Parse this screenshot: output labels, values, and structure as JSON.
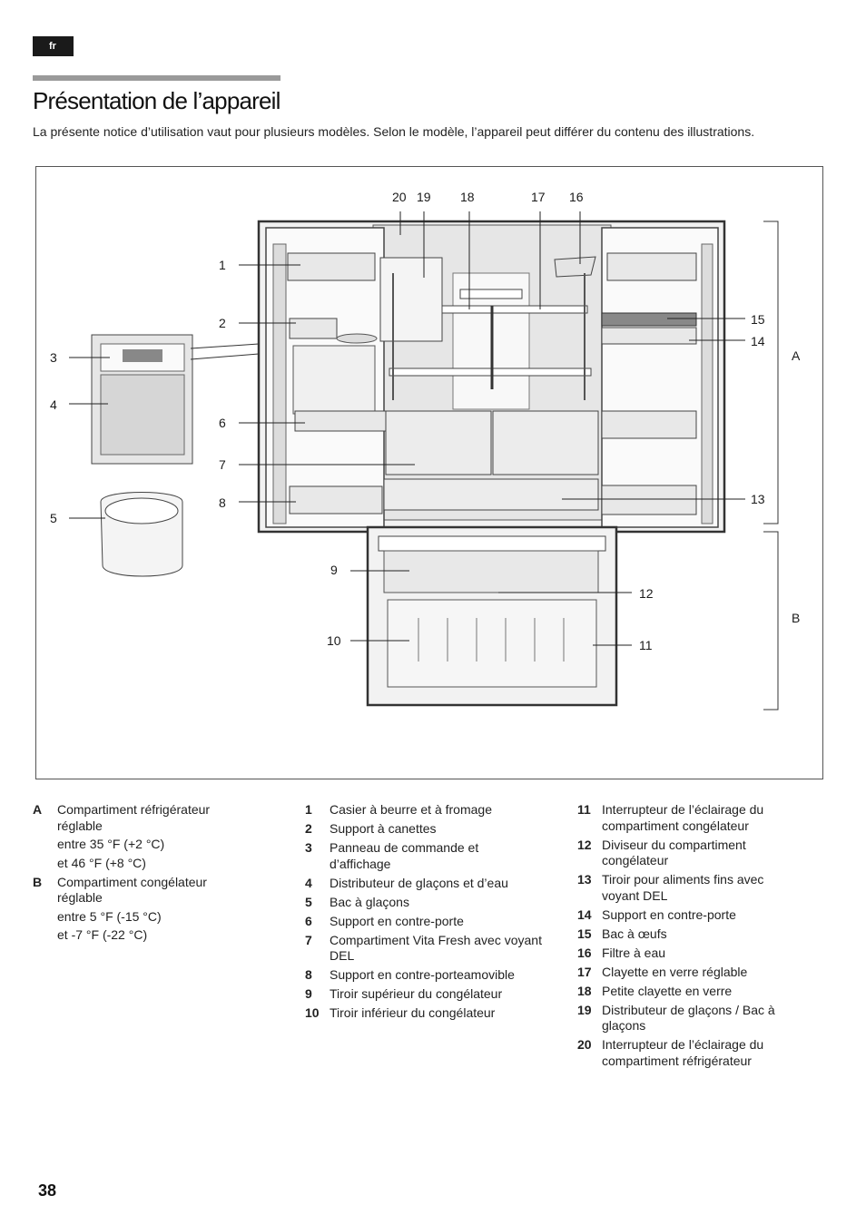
{
  "lang": "fr",
  "title": "Présentation de l’appareil",
  "intro": "La présente notice d’utilisation vaut pour plusieurs modèles. Selon le modèle, l’appareil peut différer du contenu des illustrations.",
  "figure_labels": [
    "1",
    "2",
    "3",
    "4",
    "5",
    "6",
    "7",
    "8",
    "9",
    "10",
    "11",
    "12",
    "13",
    "14",
    "15",
    "16",
    "17",
    "18",
    "19",
    "20",
    "A",
    "B"
  ],
  "zones": [
    {
      "key": "A",
      "lines": [
        "Compartiment réfrigérateur réglable",
        "entre 35 °F (+2 °C)",
        "et 46 °F (+8 °C)"
      ]
    },
    {
      "key": "B",
      "lines": [
        "Compartiment congélateur réglable",
        "entre 5 °F (-15 °C)",
        "et -7 °F (-22 °C)"
      ]
    }
  ],
  "parts_1": [
    {
      "key": "1",
      "text": "Casier à beurre et à fromage"
    },
    {
      "key": "2",
      "text": "Support à canettes"
    },
    {
      "key": "3",
      "text": "Panneau de commande et d’affichage"
    },
    {
      "key": "4",
      "text": "Distributeur de glaçons et d’eau"
    },
    {
      "key": "5",
      "text": "Bac à glaçons"
    },
    {
      "key": "6",
      "text": "Support en contre-porte"
    },
    {
      "key": "7",
      "text": "Compartiment Vita Fresh avec voyant DEL"
    },
    {
      "key": "8",
      "text": "Support en contre-porteamovible"
    },
    {
      "key": "9",
      "text": "Tiroir supérieur du congélateur"
    },
    {
      "key": "10",
      "text": "Tiroir inférieur du congélateur"
    }
  ],
  "parts_2": [
    {
      "key": "11",
      "text": "Interrupteur de l’éclairage du compartiment congélateur"
    },
    {
      "key": "12",
      "text": "Diviseur du compartiment congélateur"
    },
    {
      "key": "13",
      "text": "Tiroir pour aliments fins avec voyant DEL"
    },
    {
      "key": "14",
      "text": "Support en contre-porte"
    },
    {
      "key": "15",
      "text": "Bac à œufs"
    },
    {
      "key": "16",
      "text": "Filtre à eau"
    },
    {
      "key": "17",
      "text": "Clayette en verre réglable"
    },
    {
      "key": "18",
      "text": "Petite clayette en verre"
    },
    {
      "key": "19",
      "text": "Distributeur de glaçons / Bac à glaçons"
    },
    {
      "key": "20",
      "text": "Interrupteur de l’éclairage du compartiment réfrigérateur"
    }
  ],
  "page_number": "38"
}
